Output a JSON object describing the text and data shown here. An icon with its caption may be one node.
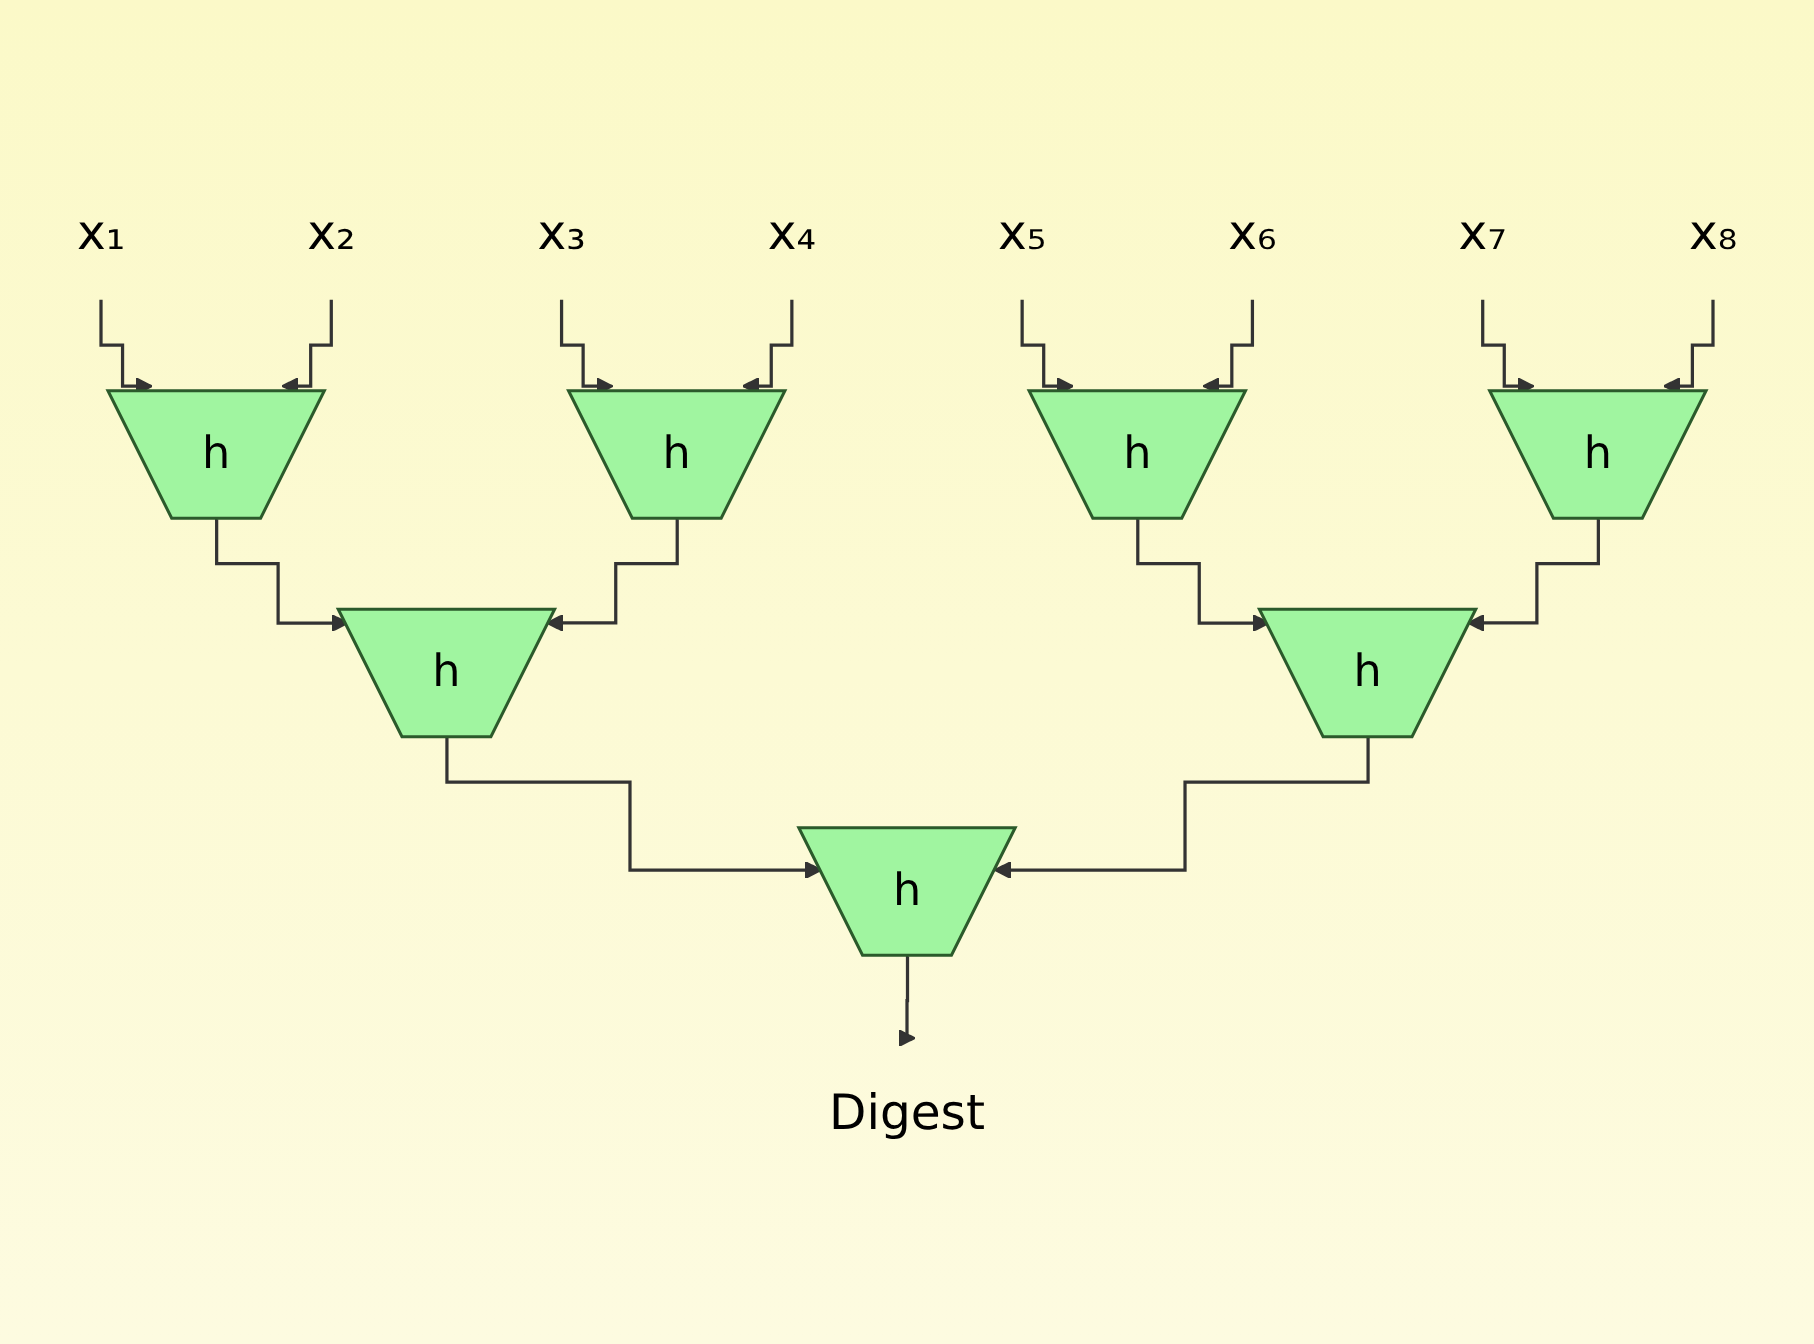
{
  "diagram": {
    "nodes": [
      {
        "text": [
          "x₁"
        ]
      },
      {
        "text": [
          "x₂"
        ]
      },
      {
        "text": [
          "x₃"
        ]
      },
      {
        "text": [
          "x₄"
        ]
      },
      {
        "text": [
          "x₅"
        ]
      },
      {
        "text": [
          "x₆"
        ]
      },
      {
        "text": [
          "x₇"
        ]
      },
      {
        "text": [
          "x₈"
        ]
      },
      {
        "text": [
          "h"
        ]
      },
      {
        "text": [
          "h"
        ]
      },
      {
        "text": [
          "h"
        ]
      },
      {
        "text": [
          "h"
        ]
      },
      {
        "text": [
          "h"
        ]
      },
      {
        "text": [
          "h"
        ]
      },
      {
        "text": [
          "h"
        ]
      },
      {
        "text": [
          "Digest"
        ]
      }
    ],
    "edges": [
      {
        "from": 0,
        "to": 8,
        "arrow": "to"
      },
      {
        "from": 1,
        "to": 8,
        "arrow": "to"
      },
      {
        "from": 2,
        "to": 9,
        "arrow": "to"
      },
      {
        "from": 3,
        "to": 9,
        "arrow": "to"
      },
      {
        "from": 4,
        "to": 10,
        "arrow": "to"
      },
      {
        "from": 5,
        "to": 10,
        "arrow": "to"
      },
      {
        "from": 6,
        "to": 11,
        "arrow": "to"
      },
      {
        "from": 7,
        "to": 11,
        "arrow": "to"
      },
      {
        "from": 8,
        "to": 12,
        "arrow": "to"
      },
      {
        "from": 9,
        "to": 12,
        "arrow": "to"
      },
      {
        "from": 10,
        "to": 13,
        "arrow": "to"
      },
      {
        "from": 11,
        "to": 13,
        "arrow": "to"
      },
      {
        "from": 12,
        "to": 14,
        "arrow": "to"
      },
      {
        "from": 13,
        "to": 14,
        "arrow": "to"
      },
      {
        "from": 14,
        "to": 15,
        "arrow": "to"
      }
    ]
  }
}
